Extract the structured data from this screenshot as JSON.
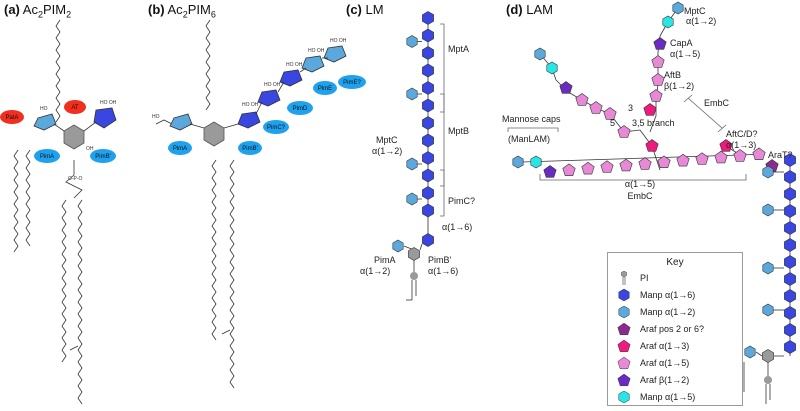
{
  "panels": {
    "a": {
      "letter": "(a)",
      "name": "Ac",
      "sub1": "2",
      "mid": "PIM",
      "sub2": "2"
    },
    "b": {
      "letter": "(b)",
      "name": "Ac",
      "sub1": "2",
      "mid": "PIM",
      "sub2": "6"
    },
    "c": {
      "letter": "(c)",
      "name": "LM"
    },
    "d": {
      "letter": "(d)",
      "name": "LAM"
    }
  },
  "enzymes_a": {
    "pata": "PatA",
    "at": "AT",
    "pima": "PimA",
    "pimb": "PimB'"
  },
  "enzymes_b": {
    "pima": "PimA",
    "pimb": "PimB'",
    "pimc": "PimC?",
    "pimd": "PimD",
    "pime": "PimE",
    "pime2": "PimE?"
  },
  "lm_labels": {
    "mpta": "MptA",
    "mptb": "MptB",
    "mptc": "MptC",
    "mptc_link": "α(1→2)",
    "pimc": "PimC?",
    "a16": "α(1→6)",
    "pima": "PimA",
    "pima_link": "α(1→2)",
    "pimb": "PimB'",
    "pimb_link": "α(1→6)"
  },
  "lam_labels": {
    "mptc": "MptC",
    "mptc_link": "α(1→2)",
    "capa": "CapA",
    "capa_link": "α(1→5)",
    "aftb": "AftB",
    "aftb_link": "β(1→2)",
    "pos3": "3",
    "pos5": "5",
    "branch": "3,5 branch",
    "embc_top": "EmbC",
    "aftcd": "AftC/D?",
    "aftcd_link": "α(1→3)",
    "mannose_caps": "Mannose caps",
    "manlam": "(ManLAM)",
    "arat": "AraT?",
    "a15": "α(1→5)",
    "embc_bottom": "EmbC"
  },
  "key": {
    "title": "Key",
    "items": [
      {
        "label": "PI",
        "shape": "pi",
        "color": "#9a9a9a"
      },
      {
        "label": "Manp α(1→6)",
        "shape": "hex",
        "color": "#3a46e0"
      },
      {
        "label": "Manp α(1→2)",
        "shape": "hex",
        "color": "#5ba8dc"
      },
      {
        "label": "Araf pos 2 or 6?",
        "shape": "pent",
        "color": "#8e2a8e"
      },
      {
        "label": "Araf α(1→3)",
        "shape": "pent",
        "color": "#ee1a7d"
      },
      {
        "label": "Araf α(1→5)",
        "shape": "pent",
        "color": "#e889d8"
      },
      {
        "label": "Araf β(1→2)",
        "shape": "pent",
        "color": "#6a2bc1"
      },
      {
        "label": "Manp α(1→5)",
        "shape": "hex",
        "color": "#29e6e6"
      }
    ]
  },
  "colors": {
    "man16": "#3a46e0",
    "man12": "#5ba8dc",
    "ara_pos": "#8e2a8e",
    "ara13": "#ee1a7d",
    "ara15": "#e889d8",
    "arab12": "#6a2bc1",
    "man15": "#29e6e6",
    "pi": "#9a9a9a",
    "enzyme_blue": "#1fa2ee",
    "enzyme_red": "#f22e1e"
  }
}
